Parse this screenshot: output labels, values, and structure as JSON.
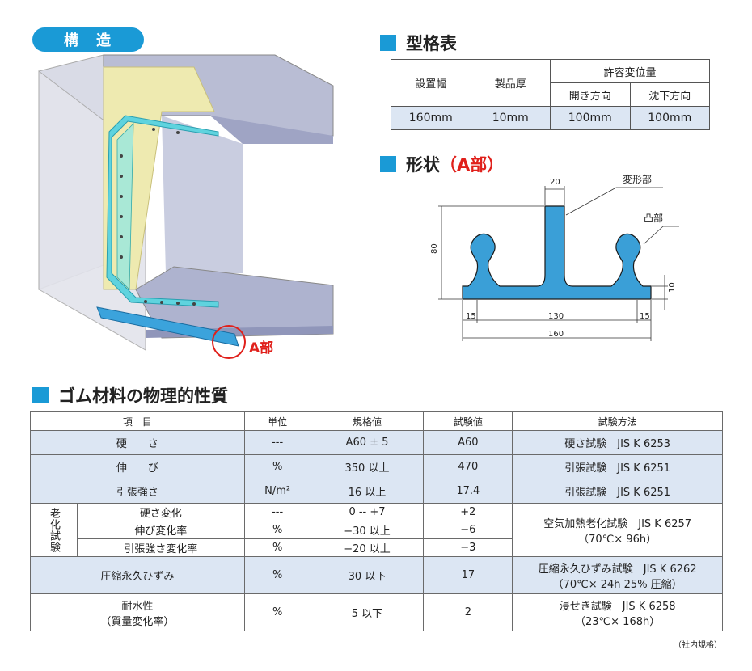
{
  "structure": {
    "title": "構造",
    "callout": "A部"
  },
  "spec": {
    "heading": "型格表",
    "headers": {
      "width": "設置幅",
      "thickness": "製品厚",
      "allowable": "許容変位量",
      "open": "開き方向",
      "settle": "沈下方向"
    },
    "values": [
      "160mm",
      "10mm",
      "100mm",
      "100mm"
    ]
  },
  "shape": {
    "heading_main": "形状",
    "heading_sub": "（A部）",
    "labels": {
      "deform": "変形部",
      "bump": "凸部"
    },
    "dims": {
      "top": "20",
      "height": "80",
      "thick": "10",
      "left": "15",
      "middle": "130",
      "right": "15",
      "total": "160"
    }
  },
  "props": {
    "heading": "ゴム材料の物理的性質",
    "headers": [
      "項　目",
      "単位",
      "規格値",
      "試験値",
      "試験方法"
    ],
    "rows": [
      {
        "item": "硬　　さ",
        "unit": "---",
        "spec": "A60 ± 5",
        "result": "A60",
        "method": "硬さ試験　JIS K 6253"
      },
      {
        "item": "伸　　び",
        "unit": "%",
        "spec": "350 以上",
        "result": "470",
        "method": "引張試験　JIS K 6251"
      },
      {
        "item": "引張強さ",
        "unit": "N/m²",
        "spec": "16 以上",
        "result": "17.4",
        "method": "引張試験　JIS K 6251"
      }
    ],
    "aging": {
      "label": "老化試験",
      "rows": [
        {
          "item": "硬さ変化",
          "unit": "---",
          "spec": "0 -- +7",
          "result": "+2"
        },
        {
          "item": "伸び変化率",
          "unit": "%",
          "spec": "−30 以上",
          "result": "−6"
        },
        {
          "item": "引張強さ変化率",
          "unit": "%",
          "spec": "−20 以上",
          "result": "−3"
        }
      ],
      "method_line1": "空気加熱老化試験　JIS K 6257",
      "method_line2": "（70℃× 96h）"
    },
    "compression": {
      "item": "圧縮永久ひずみ",
      "unit": "%",
      "spec": "30 以下",
      "result": "17",
      "method_line1": "圧縮永久ひずみ試験　JIS K 6262",
      "method_line2": "（70℃× 24h 25% 圧縮）"
    },
    "water": {
      "item_line1": "耐水性",
      "item_line2": "（質量変化率）",
      "unit": "%",
      "spec": "5 以下",
      "result": "2",
      "method_line1": "浸せき試験　JIS K 6258",
      "method_line2": "（23℃× 168h）"
    },
    "note": "（社内規格）"
  }
}
